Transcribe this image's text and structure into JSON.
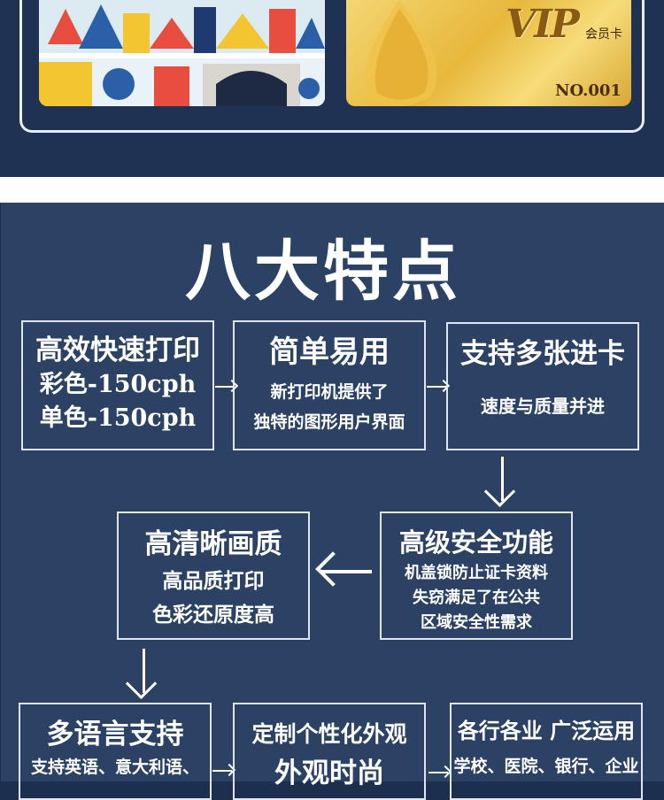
{
  "vip_card": {
    "brand": "VIP",
    "subtitle": "会员卡",
    "number": "NO.001"
  },
  "title": "八大特点",
  "features": [
    {
      "heading": "高效快速打印",
      "lines": [
        "彩色-150cph",
        "单色-150cph"
      ]
    },
    {
      "heading": "简单易用",
      "lines": [
        "新打印机提供了",
        "独特的图形用户界面"
      ]
    },
    {
      "heading": "支持多张进卡",
      "lines": [
        "速度与质量并进"
      ]
    },
    {
      "heading": "高级安全功能",
      "lines": [
        "机盖锁防止证卡资料",
        "失窃满足了在公共",
        "区域安全性需求"
      ]
    },
    {
      "heading": "高清晰画质",
      "lines": [
        "高品质打印",
        "色彩还原度高"
      ]
    },
    {
      "heading": "多语言支持",
      "lines": [
        "支持英语、意大利语、"
      ]
    },
    {
      "heading": "定制个性化外观",
      "lines": [
        "外观时尚"
      ]
    },
    {
      "heading": "各行各业 广泛运用",
      "lines": [
        "学校、医院、银行、企业"
      ]
    }
  ],
  "colors": {
    "background": "#2c4264",
    "top_band": "#1f3253",
    "box_border": "#dfe6f0",
    "gold": "#e7b83c"
  }
}
